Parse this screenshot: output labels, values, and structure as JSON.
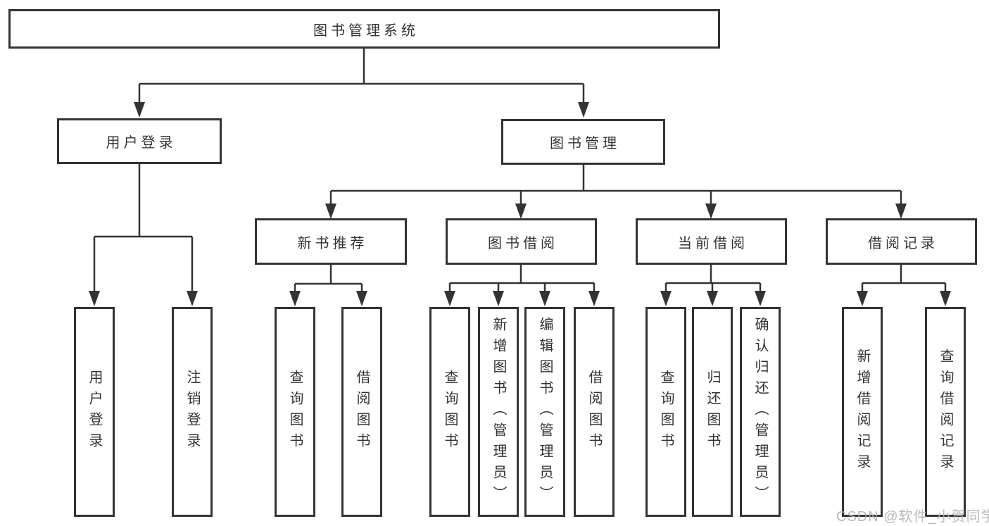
{
  "diagram": {
    "watermark": "CSDN @软件_小贺同学",
    "colors": {
      "border": "#333333",
      "line": "#333333",
      "text": "#333333",
      "background": "#ffffff",
      "watermark": "#b3b3b3"
    },
    "tree": {
      "label": "图书管理系统",
      "children": [
        {
          "label": "用户登录",
          "children": [
            {
              "label": "用户登录"
            },
            {
              "label": "注销登录"
            }
          ]
        },
        {
          "label": "图书管理",
          "children": [
            {
              "label": "新书推荐",
              "children": [
                {
                  "label": "查询图书"
                },
                {
                  "label": "借阅图书"
                }
              ]
            },
            {
              "label": "图书借阅",
              "children": [
                {
                  "label": "查询图书"
                },
                {
                  "label": "新增图书（管理员）"
                },
                {
                  "label": "编辑图书（管理员）"
                },
                {
                  "label": "借阅图书"
                }
              ]
            },
            {
              "label": "当前借阅",
              "children": [
                {
                  "label": "查询图书"
                },
                {
                  "label": "归还图书"
                },
                {
                  "label": "确认归还（管理员）"
                }
              ]
            },
            {
              "label": "借阅记录",
              "children": [
                {
                  "label": "新增借阅记录"
                },
                {
                  "label": "查询借阅记录"
                }
              ]
            }
          ]
        }
      ]
    }
  }
}
